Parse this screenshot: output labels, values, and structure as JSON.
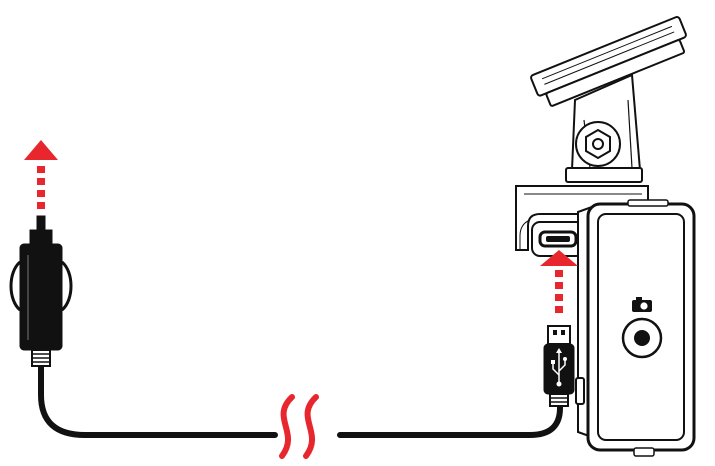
{
  "diagram": {
    "colors": {
      "outline": "#111111",
      "arrow": "#e8262d",
      "background": "#ffffff"
    },
    "icons": {
      "cable_break": "double-slash-break-icon",
      "camera_symbol": "camera-icon",
      "usb_symbol": "usb-trident-icon",
      "unplug_arrow": "arrow-up-icon",
      "plug_in_arrow": "arrow-up-icon"
    },
    "parts": {
      "car_adapter": "car-charger-plug",
      "cable": "power-cable",
      "usb_plug": "usb-connector",
      "device": "dash-camera",
      "port": "mini-usb-port",
      "mount": "suction-mount"
    }
  }
}
